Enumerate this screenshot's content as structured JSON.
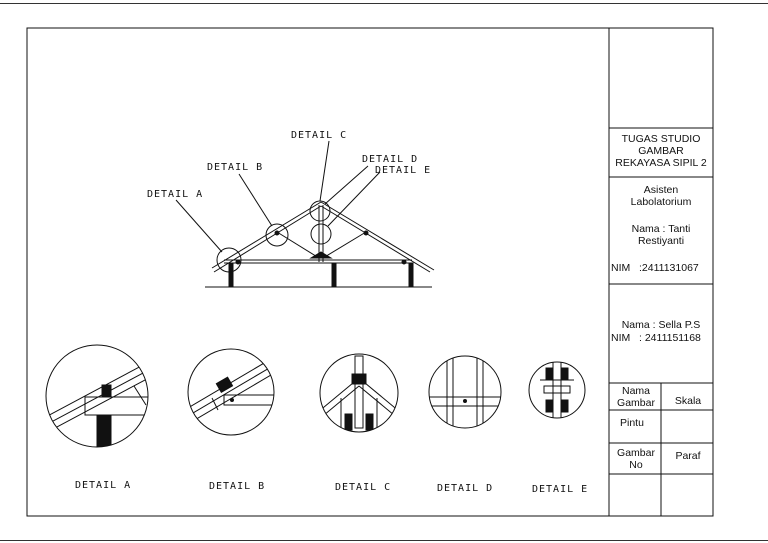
{
  "drawing": {
    "callouts": {
      "detail_a": "DETAIL A",
      "detail_b": "DETAIL B",
      "detail_c": "DETAIL C",
      "detail_d": "DETAIL D",
      "detail_e": "DETAIL E"
    },
    "captions": {
      "detail_a": "DETAIL A",
      "detail_b": "DETAIL B",
      "detail_c": "DETAIL C",
      "detail_d": "DETAIL D",
      "detail_e": "DETAIL E"
    }
  },
  "title_block": {
    "project_title": "TUGAS STUDIO GAMBAR REKAYASA SIPIL 2",
    "assistant_role": "Asisten Labolatorium",
    "assistant_name": "Nama : Tanti Restiyanti",
    "assistant_nim": "NIM   :2411131067",
    "student_name": "Nama : Sella P.S",
    "student_nim": "NIM   : 2411151168",
    "drawing_name_label": "Nama Gambar",
    "drawing_name_value": "Pintu",
    "scale_label": "Skala",
    "scale_value": "",
    "drawing_no_label": "Gambar No",
    "drawing_no_value": "",
    "signature_label": "Paraf"
  }
}
